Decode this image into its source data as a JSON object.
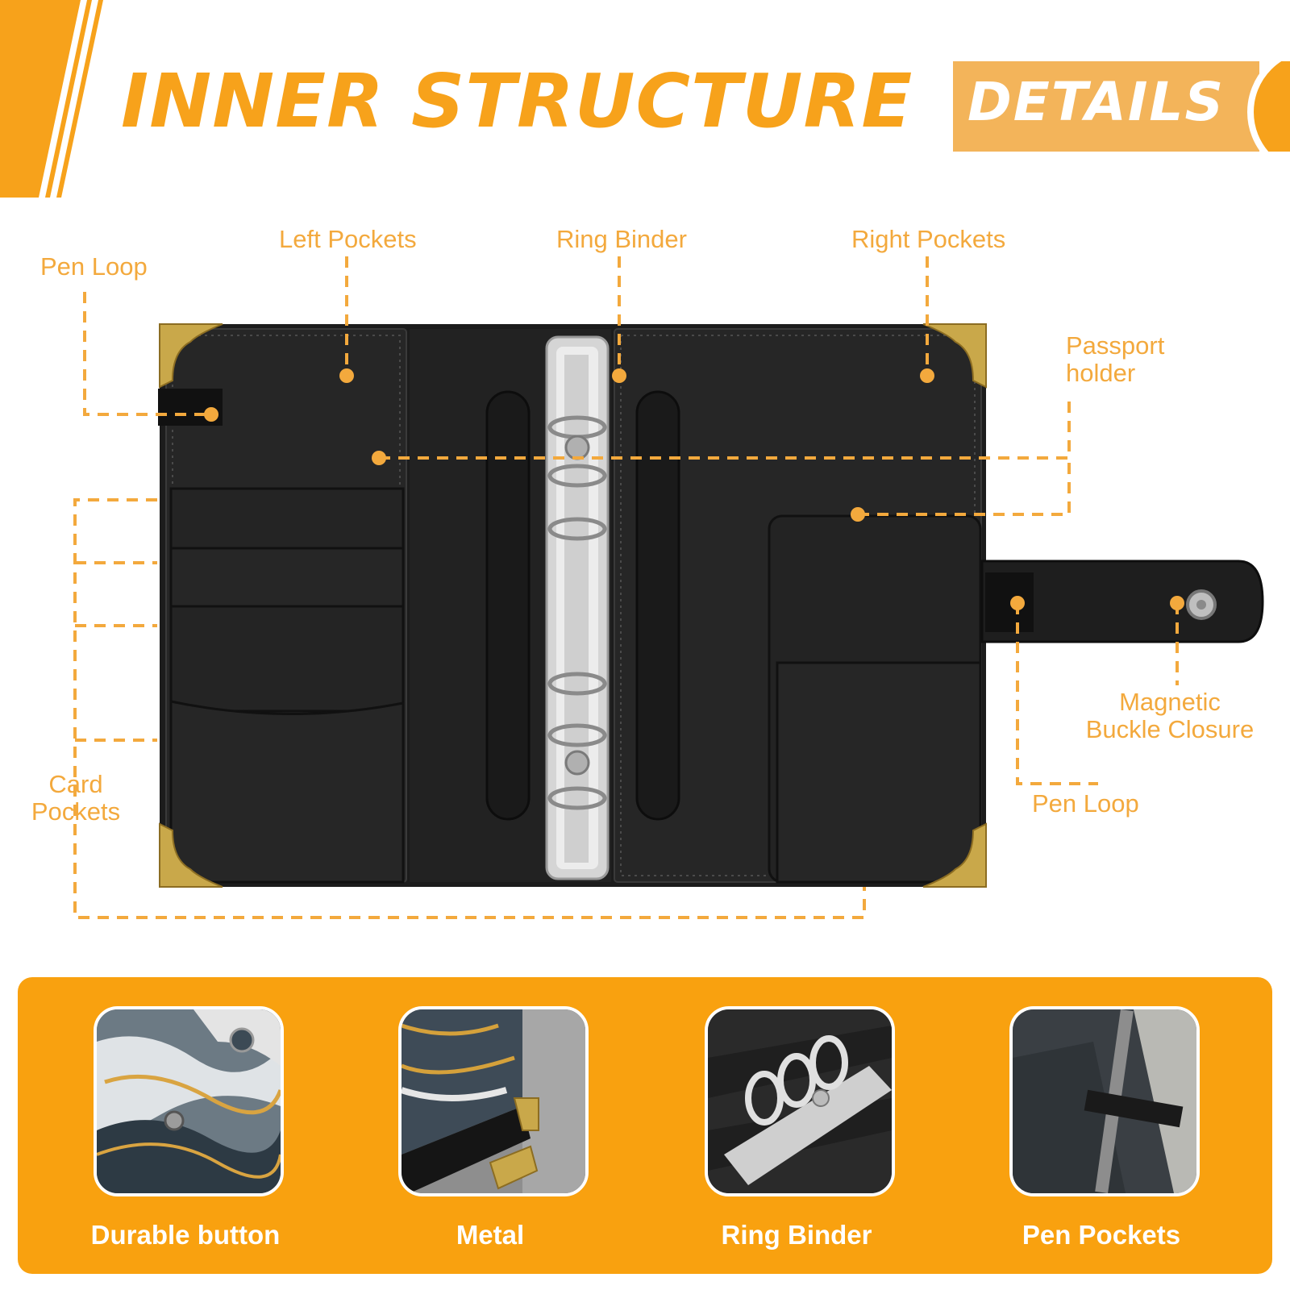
{
  "header": {
    "title": "INNER STRUCTURE",
    "badge": "DETAILS"
  },
  "callouts": {
    "pen_loop_left": "Pen Loop",
    "left_pockets": "Left Pockets",
    "ring_binder": "Ring Binder",
    "right_pockets": "Right Pockets",
    "passport_line1": "Passport",
    "passport_line2": "holder",
    "card_line1": "Card",
    "card_line2": "Pockets",
    "magnetic_line1": "Magnetic",
    "magnetic_line2": "Buckle Closure",
    "pen_loop_right": "Pen Loop"
  },
  "features": [
    {
      "label": "Durable button",
      "image": "marble-cover-button-photo"
    },
    {
      "label": "Metal",
      "image": "metal-corner-photo"
    },
    {
      "label": "Ring Binder",
      "image": "ring-binder-photo"
    },
    {
      "label": "Pen Pockets",
      "image": "pen-loop-photo"
    }
  ],
  "colors": {
    "accent": "#f7a21b",
    "accent_light": "#f3b45a",
    "callout_text": "#f3a93d",
    "band": "#f9a10f",
    "leather": "#1f1f1f",
    "metal": "#c9c9c9",
    "brass": "#c9a84a"
  }
}
